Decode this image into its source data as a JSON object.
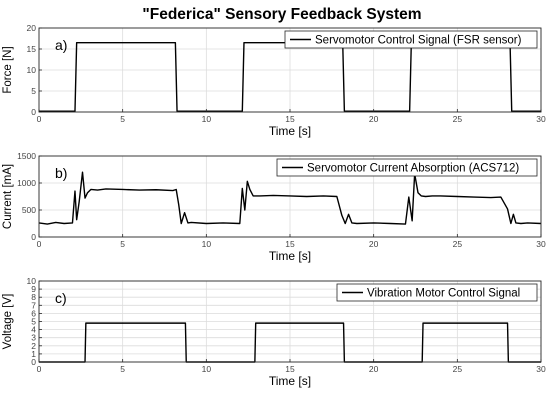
{
  "figure_title": "\"Federica\" Sensory Feedback System",
  "chart_data": [
    {
      "type": "line",
      "panel_label": "a)",
      "xlabel": "Time [s]",
      "ylabel": "Force [N]",
      "xlim": [
        0,
        30
      ],
      "ylim": [
        0,
        20
      ],
      "xticks": [
        0,
        5,
        10,
        15,
        20,
        25,
        30
      ],
      "yticks": [
        0,
        5,
        10,
        15,
        20
      ],
      "grid": true,
      "legend_position": "top-right",
      "series": [
        {
          "name": "Servomotor Control Signal (FSR sensor)",
          "color": "#000000",
          "x": [
            0,
            2.15,
            2.25,
            8.15,
            8.25,
            12.15,
            12.25,
            18.15,
            18.25,
            22.15,
            22.25,
            28.15,
            28.25,
            30
          ],
          "y": [
            0.2,
            0.2,
            16.5,
            16.5,
            0.2,
            0.2,
            16.5,
            16.5,
            0.2,
            0.2,
            16.5,
            16.5,
            0.2,
            0.2
          ]
        }
      ]
    },
    {
      "type": "line",
      "panel_label": "b)",
      "xlabel": "Time [s]",
      "ylabel": "Current [mA]",
      "xlim": [
        0,
        30
      ],
      "ylim": [
        0,
        1500
      ],
      "xticks": [
        0,
        5,
        10,
        15,
        20,
        25,
        30
      ],
      "yticks": [
        0,
        500,
        1000,
        1500
      ],
      "grid": true,
      "legend_position": "top-right",
      "series": [
        {
          "name": "Servomotor Current Absorption (ACS712)",
          "color": "#000000",
          "x": [
            0,
            0.5,
            1,
            1.5,
            2.0,
            2.15,
            2.25,
            2.4,
            2.6,
            2.75,
            2.9,
            3.1,
            3.5,
            4,
            5,
            6,
            7,
            8.0,
            8.2,
            8.35,
            8.5,
            8.7,
            8.9,
            9.1,
            10,
            11,
            12.0,
            12.15,
            12.3,
            12.45,
            12.6,
            12.8,
            13.2,
            14,
            15,
            16,
            17,
            17.8,
            18.1,
            18.3,
            18.5,
            18.7,
            19,
            20,
            21,
            21.9,
            22.1,
            22.3,
            22.45,
            22.65,
            22.85,
            23.1,
            23.5,
            24,
            25,
            26,
            27,
            27.6,
            28.0,
            28.2,
            28.35,
            28.5,
            28.8,
            29.2,
            30
          ],
          "y": [
            260,
            240,
            270,
            250,
            260,
            850,
            320,
            650,
            1200,
            720,
            820,
            880,
            870,
            890,
            880,
            870,
            875,
            860,
            880,
            600,
            250,
            450,
            260,
            270,
            250,
            260,
            250,
            900,
            500,
            1030,
            880,
            760,
            760,
            770,
            760,
            750,
            760,
            750,
            400,
            250,
            420,
            260,
            250,
            260,
            250,
            240,
            740,
            300,
            1170,
            820,
            760,
            750,
            760,
            760,
            750,
            740,
            730,
            740,
            520,
            250,
            420,
            260,
            250,
            260,
            250
          ]
        }
      ]
    },
    {
      "type": "line",
      "panel_label": "c)",
      "xlabel": "Time [s]",
      "ylabel": "Voltage [V]",
      "xlim": [
        0,
        30
      ],
      "ylim": [
        0,
        10
      ],
      "xticks": [
        0,
        5,
        10,
        15,
        20,
        25,
        30
      ],
      "yticks": [
        0,
        1,
        2,
        3,
        4,
        5,
        6,
        7,
        8,
        9,
        10
      ],
      "grid": true,
      "legend_position": "top-right",
      "series": [
        {
          "name": "Vibration Motor Control Signal",
          "color": "#000000",
          "x": [
            0,
            2.75,
            2.8,
            8.75,
            8.8,
            12.9,
            12.95,
            18.2,
            18.25,
            22.9,
            22.95,
            28.0,
            28.05,
            30
          ],
          "y": [
            0,
            0,
            4.8,
            4.8,
            0,
            0,
            4.8,
            4.8,
            0,
            0,
            4.8,
            4.8,
            0,
            0
          ]
        }
      ]
    }
  ]
}
